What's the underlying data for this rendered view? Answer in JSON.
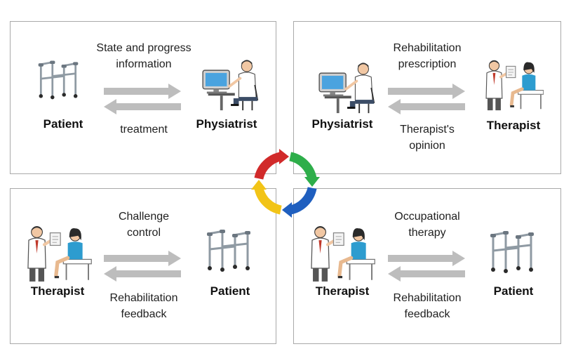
{
  "panels": [
    {
      "id": "top-left",
      "left_role": "Patient",
      "right_role": "Physiatrist",
      "forward_message": "State and progress\ninformation",
      "backward_message": "treatment"
    },
    {
      "id": "top-right",
      "left_role": "Physiatrist",
      "right_role": "Therapist",
      "forward_message": "Rehabilitation\nprescription",
      "backward_message": "Therapist's\nopinion"
    },
    {
      "id": "bottom-left",
      "left_role": "Therapist",
      "right_role": "Patient",
      "forward_message": "Challenge\ncontrol",
      "backward_message": "Rehabilitation\nfeedback"
    },
    {
      "id": "bottom-right",
      "left_role": "Therapist",
      "right_role": "Patient",
      "forward_message": "Occupational\ntherapy",
      "backward_message": "Rehabilitation\nfeedback"
    }
  ],
  "colors": {
    "cycle": [
      "#d12a2a",
      "#2eae4a",
      "#1f5fbf",
      "#f2c417"
    ],
    "arrow_fill": "#bdbdbd",
    "panel_border": "#a9a9a9"
  }
}
